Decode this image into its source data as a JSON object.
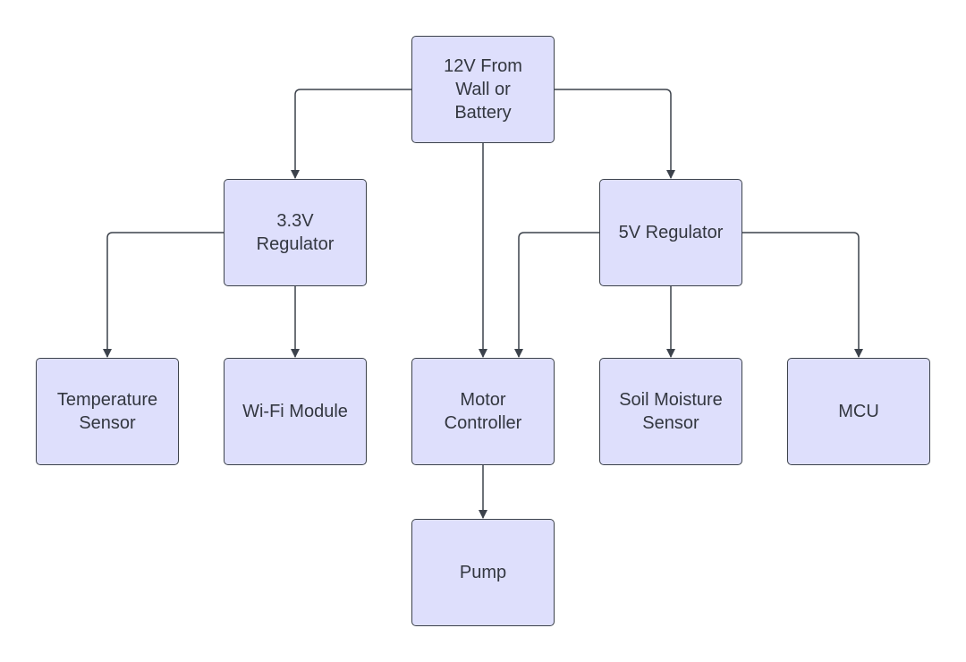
{
  "diagram": {
    "colors": {
      "node_fill": "#dedffc",
      "node_border": "#3c424b",
      "edge": "#3c424b",
      "text": "#333740"
    },
    "nodes": [
      {
        "id": "power",
        "label": "12V From\nWall or\nBattery"
      },
      {
        "id": "reg33",
        "label": "3.3V\nRegulator"
      },
      {
        "id": "reg5",
        "label": "5V Regulator"
      },
      {
        "id": "temp",
        "label": "Temperature\nSensor"
      },
      {
        "id": "wifi",
        "label": "Wi-Fi Module"
      },
      {
        "id": "motor",
        "label": "Motor\nController"
      },
      {
        "id": "soil",
        "label": "Soil Moisture\nSensor"
      },
      {
        "id": "mcu",
        "label": "MCU"
      },
      {
        "id": "pump",
        "label": "Pump"
      }
    ],
    "edges": [
      {
        "from": "power",
        "to": "reg33"
      },
      {
        "from": "power",
        "to": "reg5"
      },
      {
        "from": "power",
        "to": "motor"
      },
      {
        "from": "reg33",
        "to": "temp"
      },
      {
        "from": "reg33",
        "to": "wifi"
      },
      {
        "from": "reg5",
        "to": "motor"
      },
      {
        "from": "reg5",
        "to": "soil"
      },
      {
        "from": "reg5",
        "to": "mcu"
      },
      {
        "from": "motor",
        "to": "pump"
      }
    ]
  }
}
